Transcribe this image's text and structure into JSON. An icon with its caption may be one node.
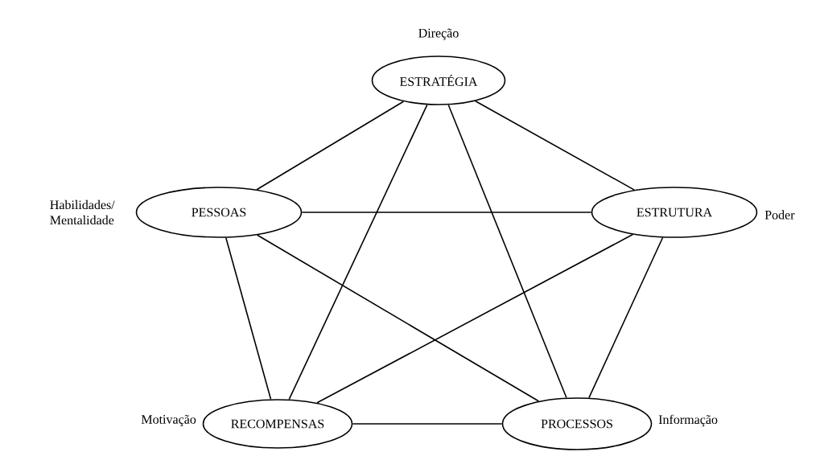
{
  "diagram": {
    "nodes": [
      {
        "text": [
          "ESTRATÉGIA"
        ],
        "beside": [
          "Direção"
        ]
      },
      {
        "text": [
          "PESSOAS"
        ],
        "beside": [
          "Habilidades/ Mentalidade"
        ]
      },
      {
        "text": [
          "ESTRUTURA"
        ],
        "beside": [
          "Poder"
        ]
      },
      {
        "text": [
          "RECOMPENSAS"
        ],
        "beside": [
          "Motivação"
        ]
      },
      {
        "text": [
          "PROCESSOS"
        ],
        "beside": [
          "Informação"
        ]
      }
    ],
    "edges": [
      {
        "from": 0,
        "to": 1,
        "arrow": "none"
      },
      {
        "from": 0,
        "to": 2,
        "arrow": "none"
      },
      {
        "from": 0,
        "to": 3,
        "arrow": "none"
      },
      {
        "from": 0,
        "to": 4,
        "arrow": "none"
      },
      {
        "from": 1,
        "to": 2,
        "arrow": "none"
      },
      {
        "from": 1,
        "to": 3,
        "arrow": "none"
      },
      {
        "from": 1,
        "to": 4,
        "arrow": "none"
      },
      {
        "from": 2,
        "to": 3,
        "arrow": "none"
      },
      {
        "from": 2,
        "to": 4,
        "arrow": "none"
      },
      {
        "from": 3,
        "to": 4,
        "arrow": "none"
      }
    ]
  }
}
